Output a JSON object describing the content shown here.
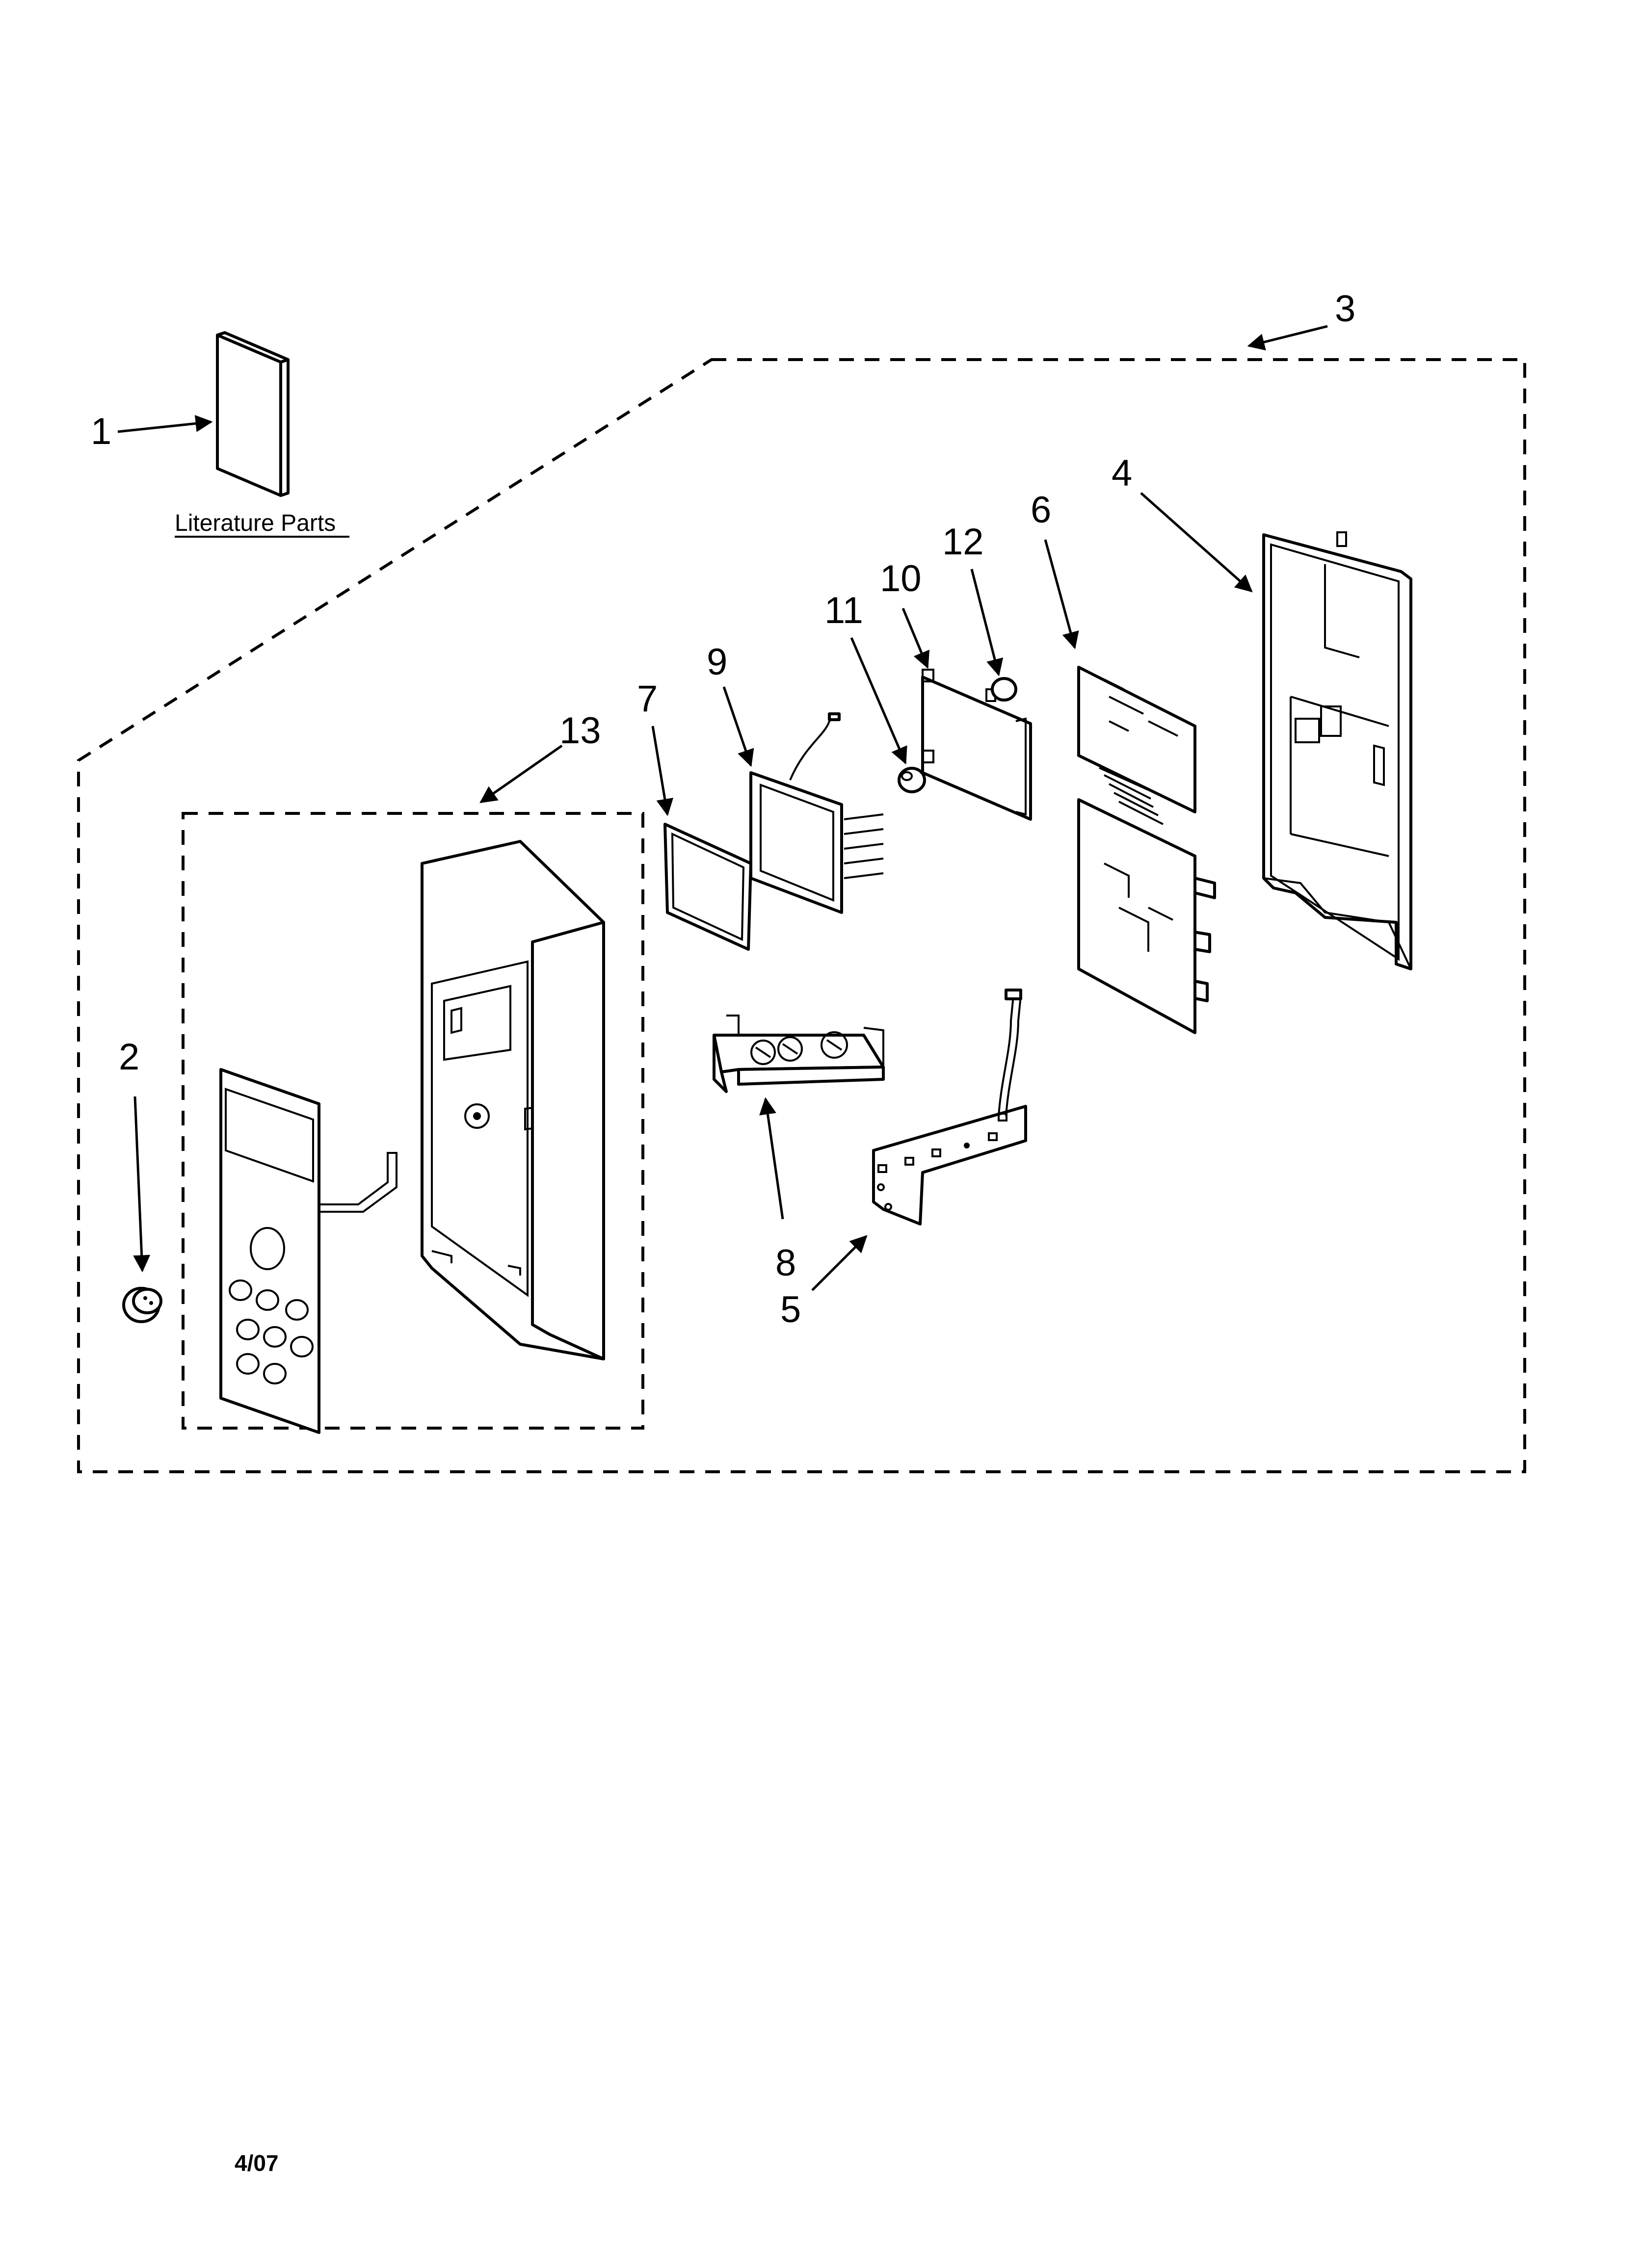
{
  "diagram": {
    "literature_label": "Literature Parts",
    "date_code": "4/07",
    "callouts": [
      {
        "id": "1",
        "label": "1"
      },
      {
        "id": "2",
        "label": "2"
      },
      {
        "id": "3",
        "label": "3"
      },
      {
        "id": "4",
        "label": "4"
      },
      {
        "id": "5",
        "label": "5"
      },
      {
        "id": "6",
        "label": "6"
      },
      {
        "id": "7",
        "label": "7"
      },
      {
        "id": "8",
        "label": "8"
      },
      {
        "id": "9",
        "label": "9"
      },
      {
        "id": "10",
        "label": "10"
      },
      {
        "id": "11",
        "label": "11"
      },
      {
        "id": "12",
        "label": "12"
      },
      {
        "id": "13",
        "label": "13"
      }
    ]
  }
}
